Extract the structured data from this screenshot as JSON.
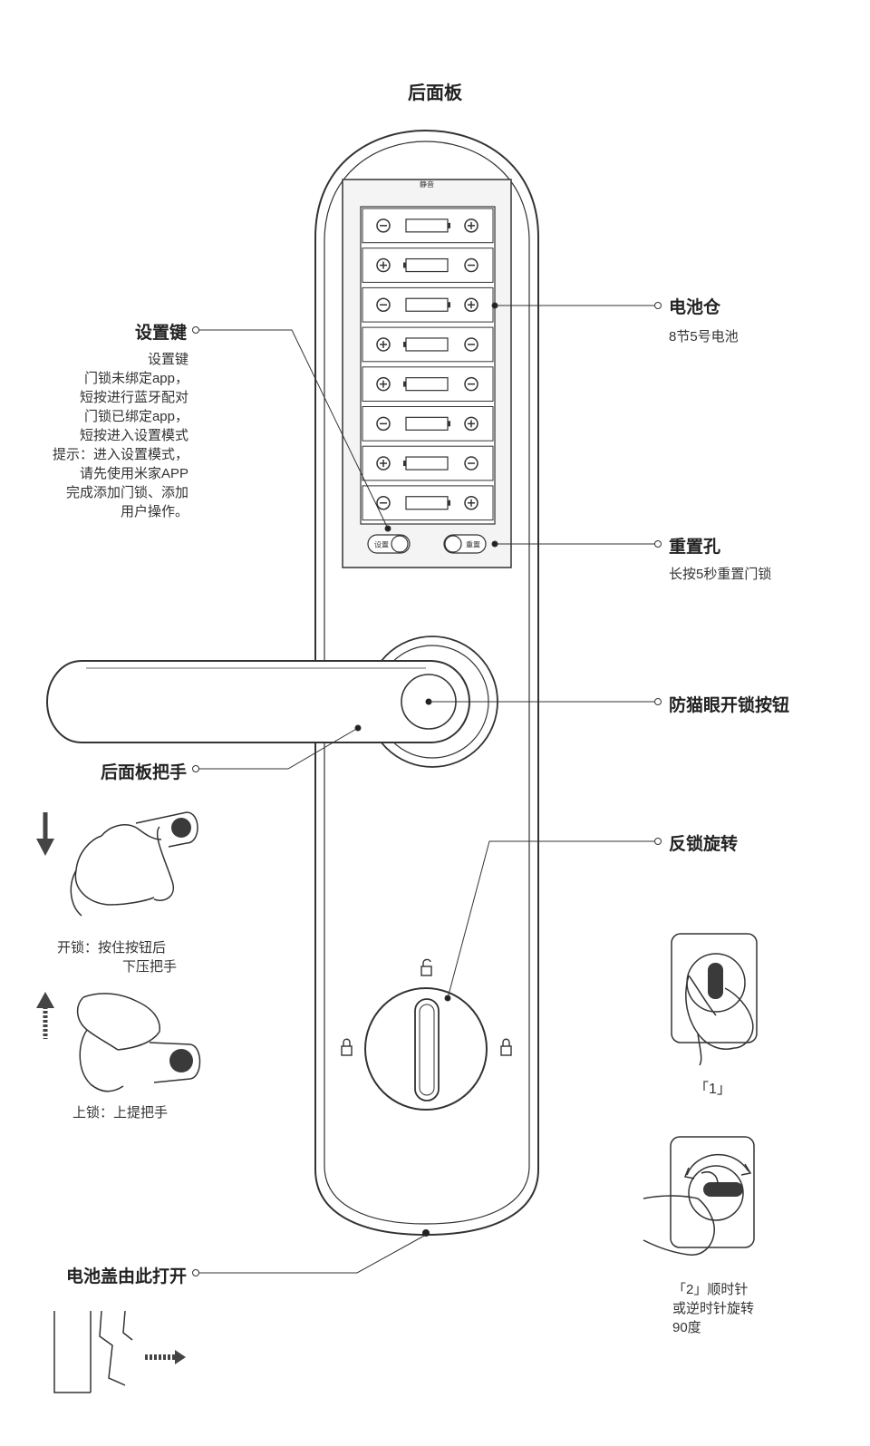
{
  "title": "后面板",
  "panel": {
    "mute_label": "静音",
    "set_button_label": "设置",
    "reset_button_label": "重置",
    "battery_slots": [
      {
        "left": "minus",
        "right": "plus"
      },
      {
        "left": "plus",
        "right": "minus"
      },
      {
        "left": "minus",
        "right": "plus"
      },
      {
        "left": "plus",
        "right": "minus"
      },
      {
        "left": "plus",
        "right": "minus"
      },
      {
        "left": "minus",
        "right": "plus"
      },
      {
        "left": "plus",
        "right": "minus"
      },
      {
        "left": "minus",
        "right": "plus"
      }
    ]
  },
  "labels": {
    "battery_compartment": {
      "title": "电池仓",
      "sub": "8节5号电池"
    },
    "settings_key": {
      "title": "设置键",
      "lines": [
        "设置键",
        "门锁未绑定app，",
        "短按进行蓝牙配对",
        "门锁已绑定app，",
        "短按进入设置模式",
        "提示：进入设置模式，",
        "请先使用米家APP",
        "完成添加门锁、添加",
        "用户操作。"
      ]
    },
    "reset_hole": {
      "title": "重置孔",
      "sub": "长按5秒重置门锁"
    },
    "anti_cat_eye_button": {
      "title": "防猫眼开锁按钮"
    },
    "rear_handle": {
      "title": "后面板把手"
    },
    "deadlock_knob": {
      "title": "反锁旋转"
    },
    "battery_cover": {
      "title": "电池盖由此打开"
    }
  },
  "instructions": {
    "unlock": [
      "开锁：按住按钮后",
      "下压把手"
    ],
    "lock": "上锁：上提把手",
    "step1": "「1」",
    "step2": [
      "「2」顺时针",
      "或逆时针旋转",
      "90度"
    ]
  },
  "colors": {
    "line": "#333333",
    "fill_dark": "#3a3a3a",
    "panel_bg": "#f4f4f4"
  }
}
